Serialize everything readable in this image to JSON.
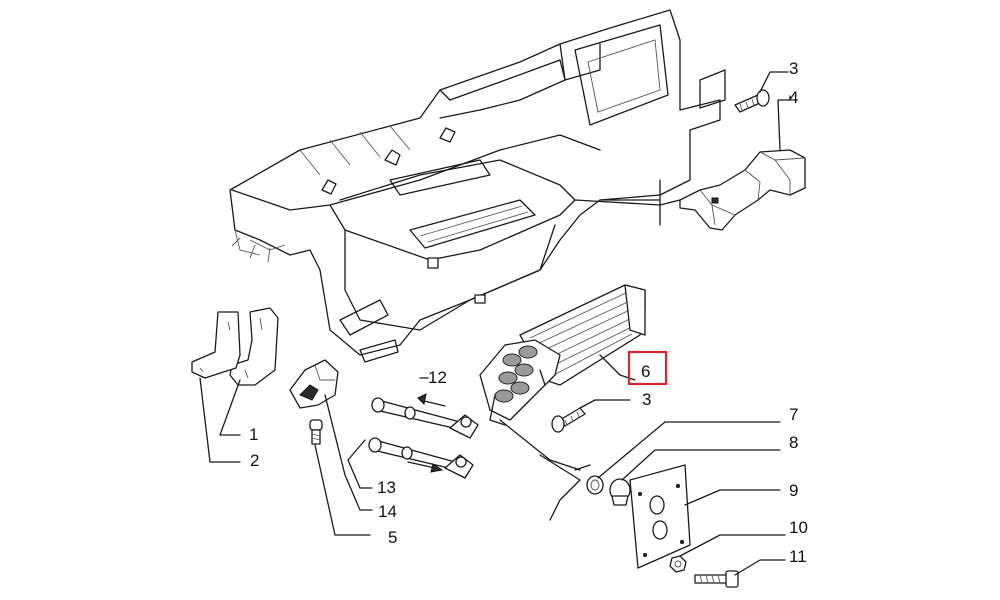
{
  "callouts": {
    "c1": "1",
    "c2": "2",
    "c3a": "3",
    "c3b": "3",
    "c4": "4",
    "c5": "5",
    "c6": "6",
    "c7": "7",
    "c8": "8",
    "c9": "9",
    "c10": "10",
    "c11": "11",
    "c12": "12",
    "c13": "13",
    "c14": "14"
  },
  "highlight_color": "#d9262c",
  "highlighted_callout": "6"
}
